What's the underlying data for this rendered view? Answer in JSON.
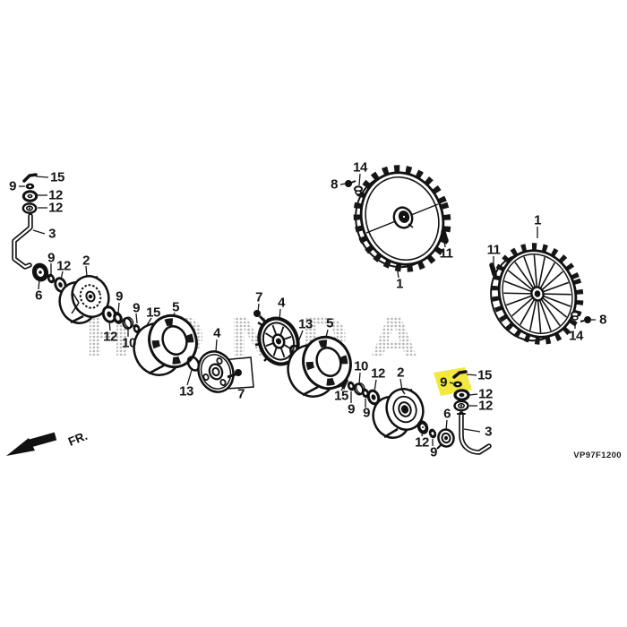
{
  "diagram": {
    "code": "VP97F1200",
    "watermark": "HONDA",
    "direction_label": "FR.",
    "highlight_color": "#f2e93e",
    "highlighted_part_number": "9"
  },
  "callouts": [
    "15",
    "9",
    "12",
    "12",
    "3",
    "9",
    "12",
    "2",
    "6",
    "9",
    "9",
    "15",
    "5",
    "12",
    "10",
    "13",
    "4",
    "7",
    "7",
    "4",
    "13",
    "5",
    "10",
    "12",
    "15",
    "9",
    "9",
    "2",
    "9",
    "15",
    "12",
    "12",
    "3",
    "6",
    "12",
    "9",
    "8",
    "14",
    "1",
    "11",
    "1",
    "11",
    "14",
    "8"
  ]
}
